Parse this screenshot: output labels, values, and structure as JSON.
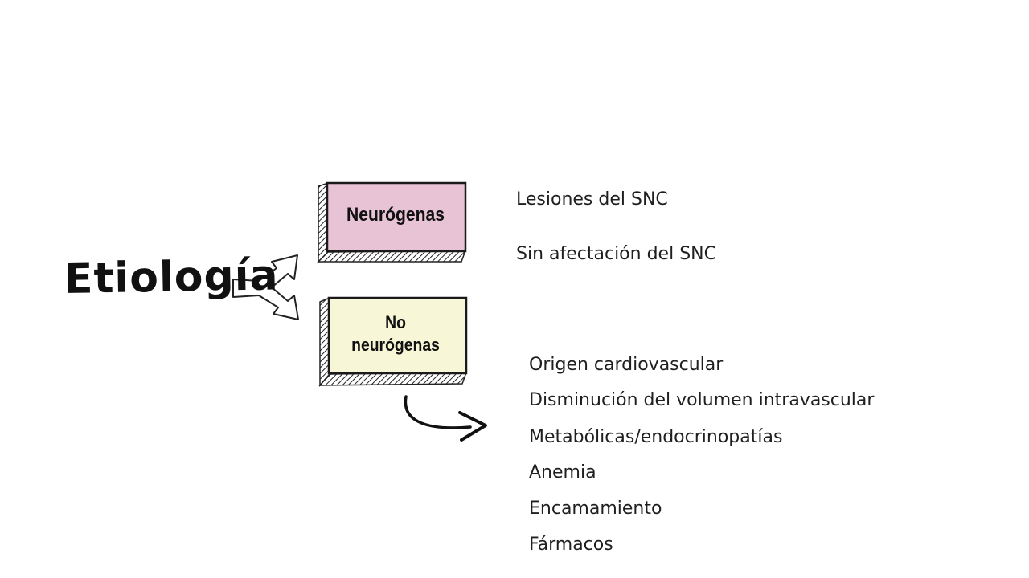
{
  "title": "Etiología",
  "neurogenic": {
    "label": "Neurógenas",
    "color": "#e8c3d5",
    "items": [
      "Lesiones del SNC",
      "Sin afectación del SNC"
    ]
  },
  "non_neurogenic": {
    "label_line1": "No",
    "label_line2": "neurógenas",
    "color": "#f7f6d6",
    "items": [
      "Origen cardiovascular",
      "Disminución del volumen intravascular",
      "Metabólicas/endocrinopatías",
      "Anemia",
      "Encamamiento",
      "Fármacos"
    ]
  }
}
